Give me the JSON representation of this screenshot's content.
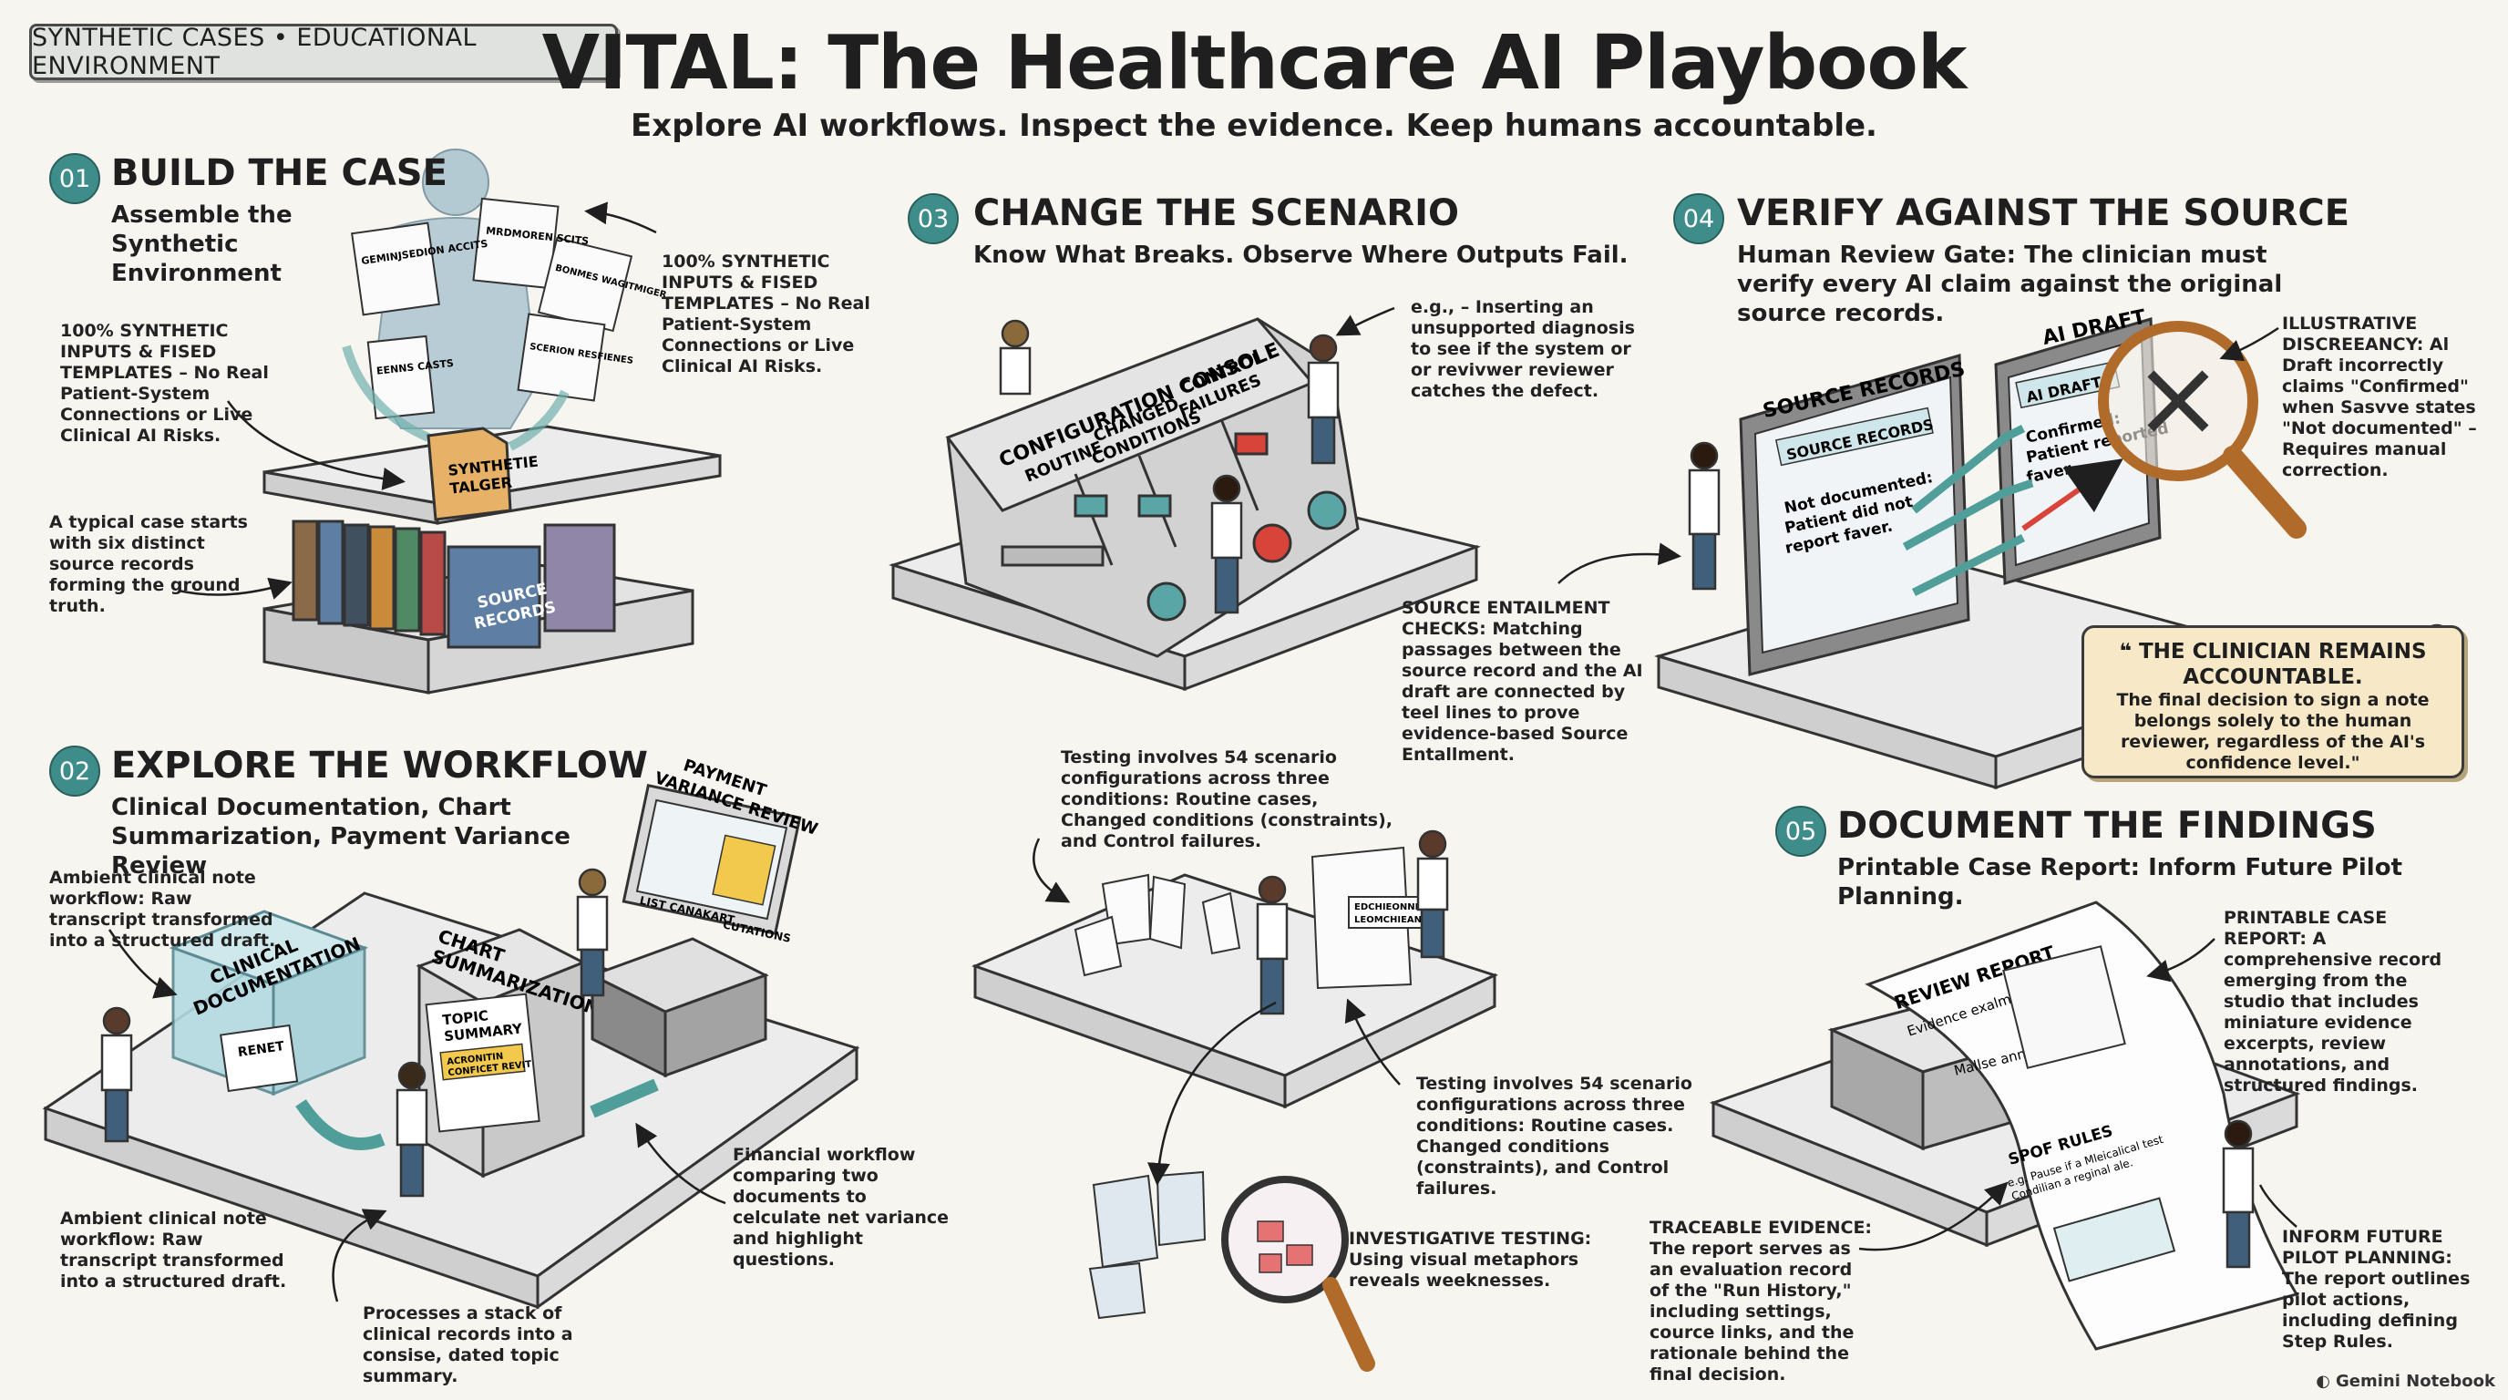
{
  "badge": "SYNTHETIC CASES • EDUCATIONAL ENVIRONMENT",
  "title": "VITAL: The Healthcare AI Playbook",
  "subtitle": "Explore AI workflows. Inspect the evidence. Keep humans accountable.",
  "sections": [
    {
      "num": "01",
      "heading": "BUILD THE CASE",
      "subheading": "Assemble the Synthetic Environment"
    },
    {
      "num": "02",
      "heading": "EXPLORE THE WORKFLOW",
      "subheading": "Clinical Documentation, Chart Summarization, Payment Variance Review"
    },
    {
      "num": "03",
      "heading": "CHANGE THE SCENARIO",
      "subheading": "Know What Breaks. Observe Where Outputs Fail."
    },
    {
      "num": "04",
      "heading": "VERIFY AGAINST THE SOURCE",
      "subheading": "Human Review Gate: The clinician must verify every AI claim against the original source records."
    },
    {
      "num": "05",
      "heading": "DOCUMENT THE FINDINGS",
      "subheading": "Printable Case Report: Inform Future Pilot Planning."
    }
  ],
  "notes": {
    "s1_left": "100% SYNTHETIC INPUTS & FISED TEMPLATES – No Real Patient-System Connections or Live Clinical AI Risks.",
    "s1_right": "100% SYNTHETIC INPUTS & FISED TEMPLATES – No Real Patient-System Connections or Live Clinical AI Risks.",
    "s1_case": "A typical case starts with six distinct source records forming the ground truth.",
    "s2_ambient_top": "Ambient clinical note workflow: Raw transcript transformed into a structured draft.",
    "s2_ambient_bottom": "Ambient clinical note workflow: Raw transcript transformed into a structured draft.",
    "s2_chart": "Processes a stack of clinical records into a consise, dated topic summary.",
    "s2_financial": "Financial workflow comparing two documents to celculate net variance and highlight questions.",
    "s3_eg": "e.g., – Inserting an unsupported diagnosis to see if the system or or revivwer reviewer catches the defect.",
    "s3_testing_top": "Testing involves 54 scenario configurations across three conditions: Routine cases, Changed conditions (constraints), and Control failures.",
    "s3_testing_bottom": "Testing involves 54 scenario configurations across three conditions: Routine cases. Changed conditions (constraints), and Control failures.",
    "s3_investigative": "INVESTIGATIVE TESTING: Using visual metaphors reveals weeknesses.",
    "s4_entailment": "SOURCE ENTAILMENT CHECKS: Matching passages between the source record and the AI draft are connected by teel lines to prove evidence-based Source Entallment.",
    "s4_discrepancy": "ILLUSTRATIVE DISCREEANCY: Al Draft incorrectly claims \"Confirmed\" when Sasvve states \"Not documented\" – Requires manual correction.",
    "s5_printable": "PRINTABLE CASE REPORT: A comprehensive record emerging from the studio that includes miniature evidence excerpts, review annotations, and structured findings.",
    "s5_traceable": "TRACEABLE EVIDENCE: The report serves as an evaluation record of the \"Run History,\" including settings, cource links, and the rationale behind the final decision.",
    "s5_inform": "INFORM FUTURE PILOT PLANNING: The report outlines pilot actions, including defining Step Rules."
  },
  "quote": {
    "heading": "❝ THE CLINICIAN REMAINS ACCOUNTABLE.",
    "body": "The final decision to sign a note belongs solely to the human reviewer, regardless of the AI's confidence level.\""
  },
  "art": {
    "synthetic_folder": "SYNTHETIE TALGER",
    "source_records_binder": "SOURCE RECORDS",
    "doc_a": "GEMINJSEDION ACCITS",
    "doc_b": "MRDMOREN SCITS",
    "doc_c": "BONMES WAGITMIGER",
    "doc_d": "EENNS CASTS",
    "doc_e": "SCERION RESFIENES",
    "console_label": "CONFIGURATION CONSOLE",
    "slider_routine": "ROUTINE",
    "slider_changed": "CHANGED CONDITIONS",
    "slider_control": "CONTROL FAILURES",
    "clinical_doc": "CLINICAL DOCUMENTATION",
    "clinical_card": "RENET",
    "chart_sum": "CHART SUMMARIZATION",
    "topic_summary": "TOPIC SUMMARY",
    "topic_sub": "ACRONITIN CONFICET REVIT",
    "payment_var": "PAYMENT VARIANCE REVIEW",
    "list_canakart": "LIST CANAKART",
    "cutations": "CUTATIONS",
    "source_records_title": "SOURCE RECORDS",
    "source_records_panel": "SOURCE RECORDS",
    "source_text": "Not documented: Patient did not report faver.",
    "ai_draft_title": "AI DRAFT",
    "ai_draft_panel": "AI DRAFT",
    "ai_draft_text": "Confirmed: Patient reported faver.",
    "review_report": "REVIEW REPORT",
    "evidence_line": "Evidence exalmac",
    "mallse_line": "Mallse annolations",
    "spof_rules": "SPOF RULES",
    "spof_text": "e.g. Pause if a Mleicalical test Condilian a reginal ale.",
    "sign_text": "EDCHIEONNI LEOMCHIEAN"
  },
  "brand": "Gemini Notebook",
  "colors": {
    "teal": "#3f8d8a",
    "cream": "#f7e9c8",
    "red": "#d9443a",
    "amber": "#e8a43a"
  }
}
